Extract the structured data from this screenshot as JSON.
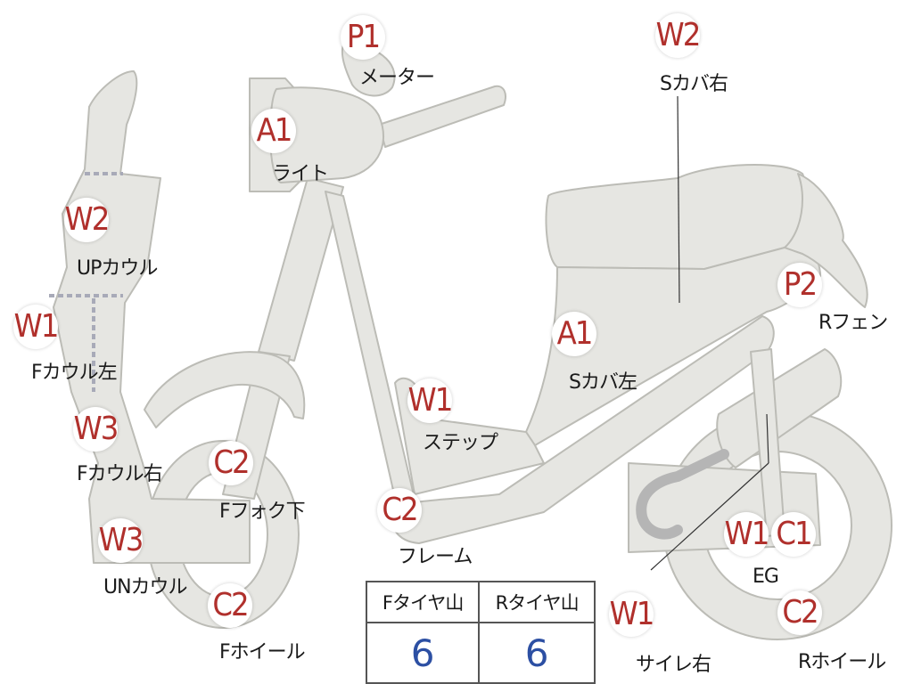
{
  "badges": {
    "p1_meter": "P1",
    "a1_light": "A1",
    "w2_up_cowl": "W2",
    "w1_f_cowl_left": "W1",
    "w3_f_cowl_right": "W3",
    "w3_un_cowl": "W3",
    "c2_f_fork": "C2",
    "c2_f_wheel": "C2",
    "w1_step": "W1",
    "c2_frame": "C2",
    "a1_s_cover_left": "A1",
    "w2_s_cover_right": "W2",
    "p2_r_fender": "P2",
    "w1_eg": "W1",
    "c1_eg": "C1",
    "c2_r_wheel": "C2",
    "w1_silencer_right": "W1"
  },
  "labels": {
    "meter": "メーター",
    "light": "ライト",
    "up_cowl": "UPカウル",
    "f_cowl_left": "Fカウル左",
    "f_cowl_right": "Fカウル右",
    "un_cowl": "UNカウル",
    "f_fork_lower": "Fフォク下",
    "f_wheel": "Fホイール",
    "step": "ステップ",
    "frame": "フレーム",
    "s_cover_left": "Sカバ左",
    "s_cover_right": "Sカバ右",
    "r_fender": "Rフェン",
    "eg": "EG",
    "r_wheel": "Rホイール",
    "silencer_right": "サイレ右"
  },
  "tire_table": {
    "headers": [
      "Fタイヤ山",
      "Rタイヤ山"
    ],
    "values": [
      "6",
      "6"
    ]
  },
  "colors": {
    "part_fill": "#e6e6e2",
    "part_stroke": "#bcbcb6",
    "badge_text": "#b0302c",
    "value_text": "#2c4fa3"
  }
}
